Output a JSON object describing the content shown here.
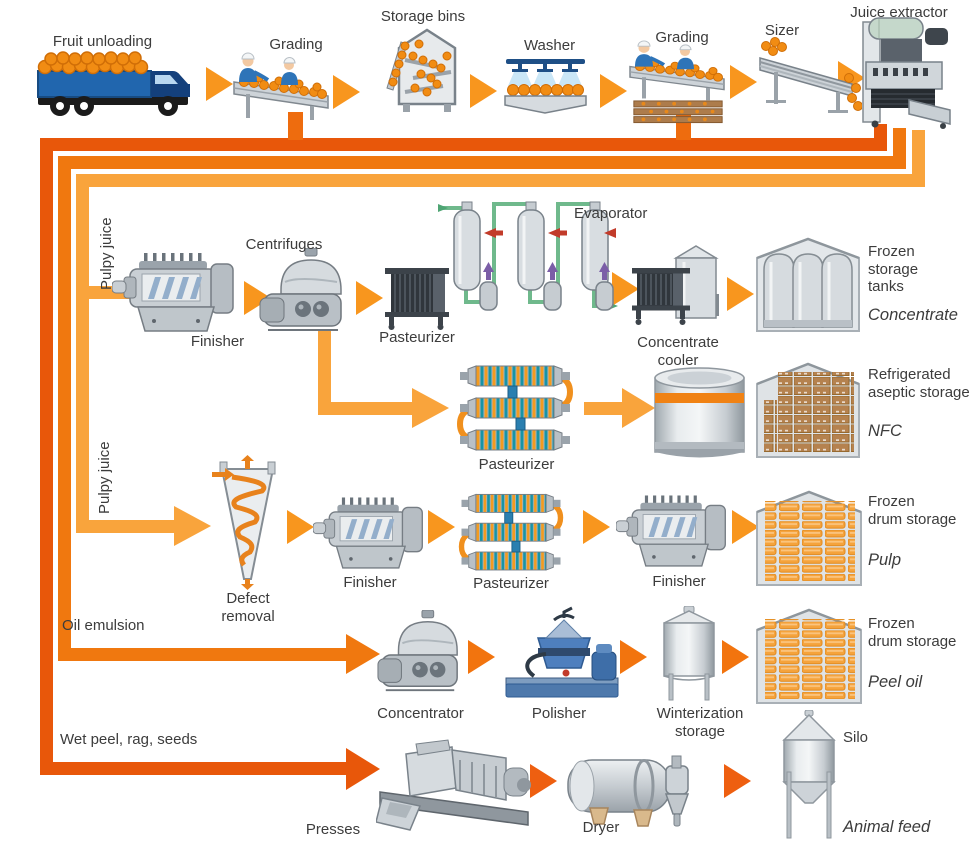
{
  "colors": {
    "flow_waste": "#E8570A",
    "flow_oil": "#F0780F",
    "flow_juice": "#F9A43C",
    "arrow_orange": "#F8961E",
    "arrow_oil": "#F2740E",
    "arrow_waste": "#EE5F10",
    "text": "#3C3C3C"
  },
  "top_row": {
    "fruit_unloading": "Fruit unloading",
    "grading_1": "Grading",
    "storage_bins": "Storage bins",
    "washer": "Washer",
    "grading_2": "Grading",
    "sizer": "Sizer",
    "juice_extractor": "Juice extractor"
  },
  "concentrate_line": {
    "stream": "Pulpy juice",
    "finisher": "Finisher",
    "centrifuges": "Centrifuges",
    "pasteurizer": "Pasteurizer",
    "evaporator": "Evaporator",
    "cooler": "Concentrate\ncooler",
    "storage": "Frozen\nstorage\ntanks",
    "product": "Concentrate"
  },
  "nfc_line": {
    "pasteurizer": "Pasteurizer",
    "storage": "Refrigerated\naseptic storage",
    "product": "NFC"
  },
  "pulp_line": {
    "stream": "Pulpy juice",
    "defect_removal": "Defect\nremoval",
    "finisher_1": "Finisher",
    "pasteurizer": "Pasteurizer",
    "finisher_2": "Finisher",
    "storage": "Frozen\ndrum storage",
    "product": "Pulp"
  },
  "peel_oil_line": {
    "stream": "Oil emulsion",
    "concentrator": "Concentrator",
    "polisher": "Polisher",
    "winterization": "Winterization\nstorage",
    "storage": "Frozen\ndrum storage",
    "product": "Peel oil"
  },
  "feed_line": {
    "stream": "Wet peel, rag, seeds",
    "presses": "Presses",
    "dryer": "Dryer",
    "silo": "Silo",
    "product": "Animal feed"
  }
}
